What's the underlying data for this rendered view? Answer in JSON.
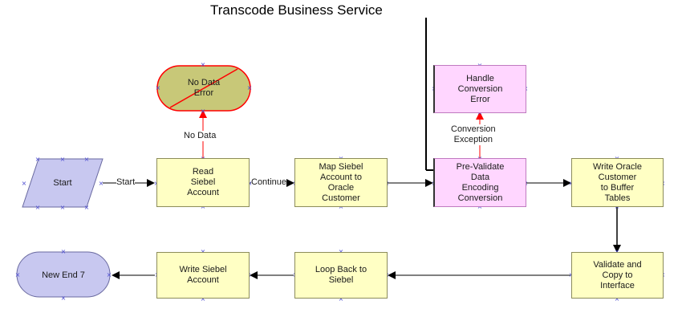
{
  "diagram": {
    "title_callout": "Transcode Business Service",
    "nodes": {
      "start": "Start",
      "read_siebel_account": "Read\nSiebel\nAccount",
      "no_data_error": "No Data\nError",
      "map_siebel_account": "Map Siebel\nAccount to\nOracle\nCustomer",
      "pre_validate": "Pre-Validate\nData\nEncoding\nConversion",
      "handle_conversion_error": "Handle\nConversion\nError",
      "write_oracle_customer": "Write Oracle\nCustomer\nto Buffer\nTables",
      "validate_copy": "Validate and\nCopy to\nInterface",
      "loop_back": "Loop Back to\nSiebel",
      "write_siebel_account": "Write Siebel\nAccount",
      "new_end": "New End 7"
    },
    "edge_labels": {
      "start": "Start",
      "no_data": "No Data",
      "continue": "Continue",
      "conversion_exception": "Conversion\nException"
    },
    "colors": {
      "task_fill": "#ffffc4",
      "subprocess_fill": "#ffd6ff",
      "start_end_fill": "#c8c8f0",
      "error_fill": "#c8c878",
      "error_stroke": "#ff0000"
    }
  }
}
